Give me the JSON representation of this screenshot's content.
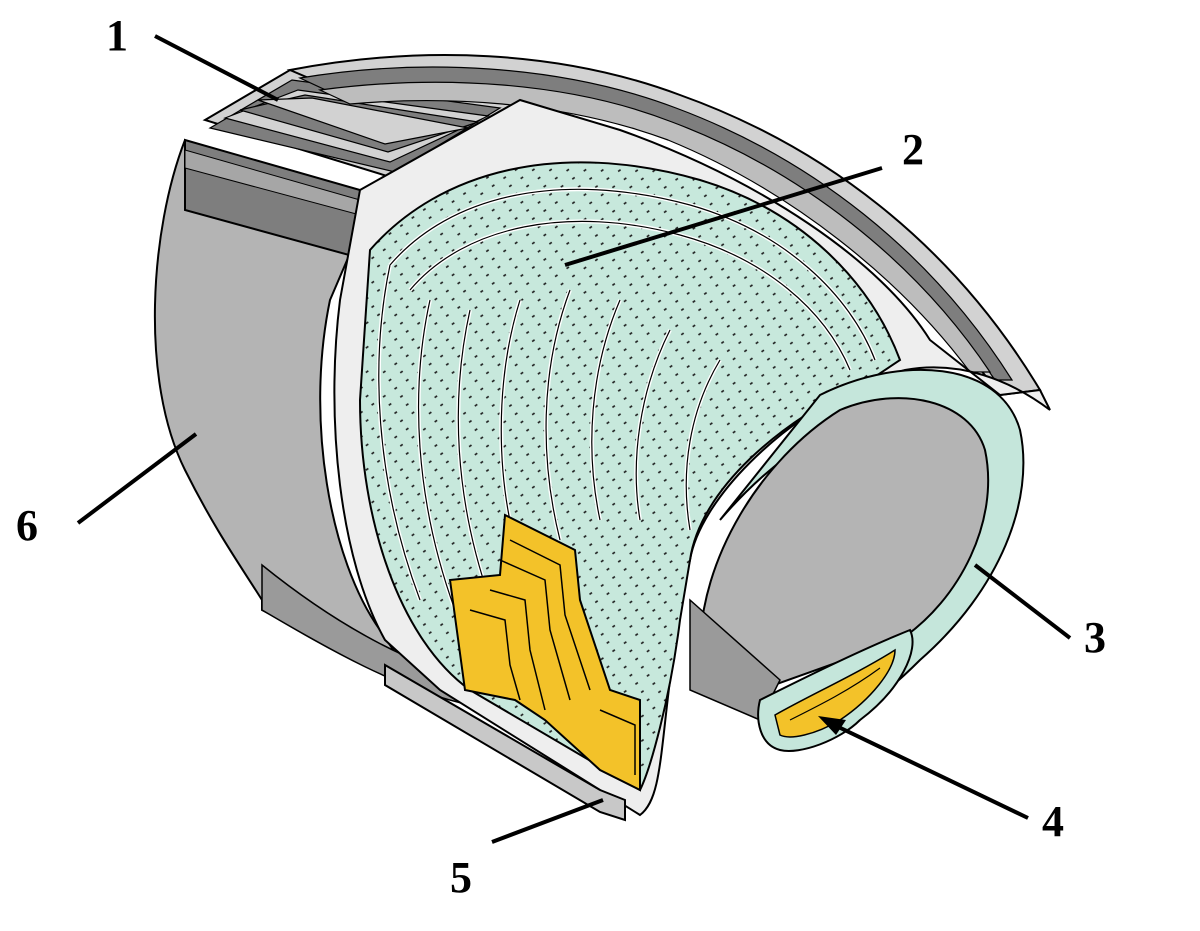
{
  "diagram": {
    "callouts": [
      {
        "id": "1",
        "label": "1"
      },
      {
        "id": "2",
        "label": "2"
      },
      {
        "id": "3",
        "label": "3"
      },
      {
        "id": "4",
        "label": "4"
      },
      {
        "id": "5",
        "label": "5"
      },
      {
        "id": "6",
        "label": "6"
      }
    ],
    "colors": {
      "outline": "#000000",
      "tread_dark": "#7e7e7e",
      "tread_mid": "#a6a6a6",
      "tread_light": "#d2d2d2",
      "sidewall": "#b4b4b4",
      "sidewall_shadow": "#9a9a9a",
      "cut_face": "#eeeeee",
      "ply": "#c7e8dc",
      "bead_gold": "#f3c229",
      "inner_liner": "#c5e6db"
    }
  }
}
